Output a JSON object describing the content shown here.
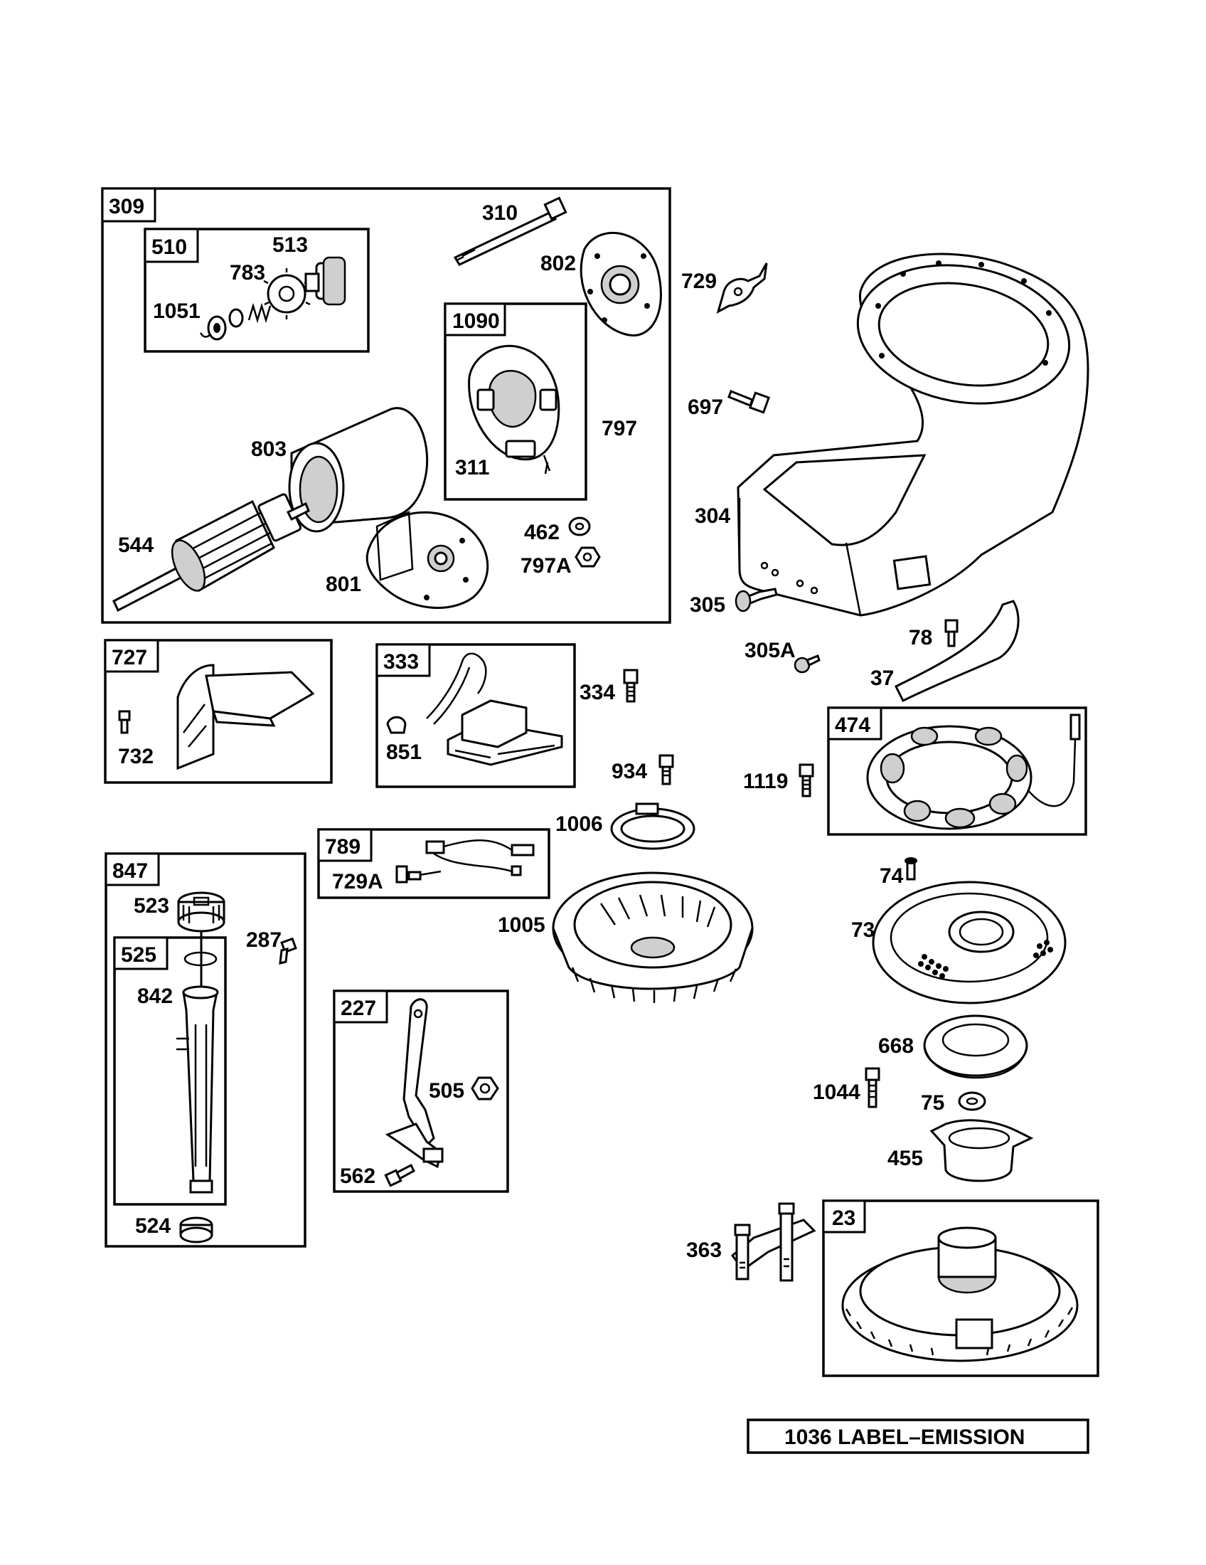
{
  "groups": {
    "g309": "309",
    "g510": "510",
    "g1090": "1090",
    "g727": "727",
    "g333": "333",
    "g474": "474",
    "g789": "789",
    "g847": "847",
    "g525": "525",
    "g227": "227",
    "g23": "23"
  },
  "labels": {
    "p310": "310",
    "p513": "513",
    "p783": "783",
    "p1051": "1051",
    "p802": "802",
    "p729": "729",
    "p697": "697",
    "p803": "803",
    "p797": "797",
    "p311": "311",
    "p304": "304",
    "p544": "544",
    "p462": "462",
    "p797A": "797A",
    "p801": "801",
    "p305": "305",
    "p78": "78",
    "p305A": "305A",
    "p37": "37",
    "p334": "334",
    "p732": "732",
    "p851": "851",
    "p934": "934",
    "p1119": "1119",
    "p1006": "1006",
    "p729A": "729A",
    "p74": "74",
    "p523": "523",
    "p287": "287",
    "p1005": "1005",
    "p73": "73",
    "p842": "842",
    "p505": "505",
    "p668": "668",
    "p1044": "1044",
    "p75": "75",
    "p455": "455",
    "p562": "562",
    "p524": "524",
    "p363": "363"
  },
  "footer_label": "1036 LABEL–EMISSION"
}
